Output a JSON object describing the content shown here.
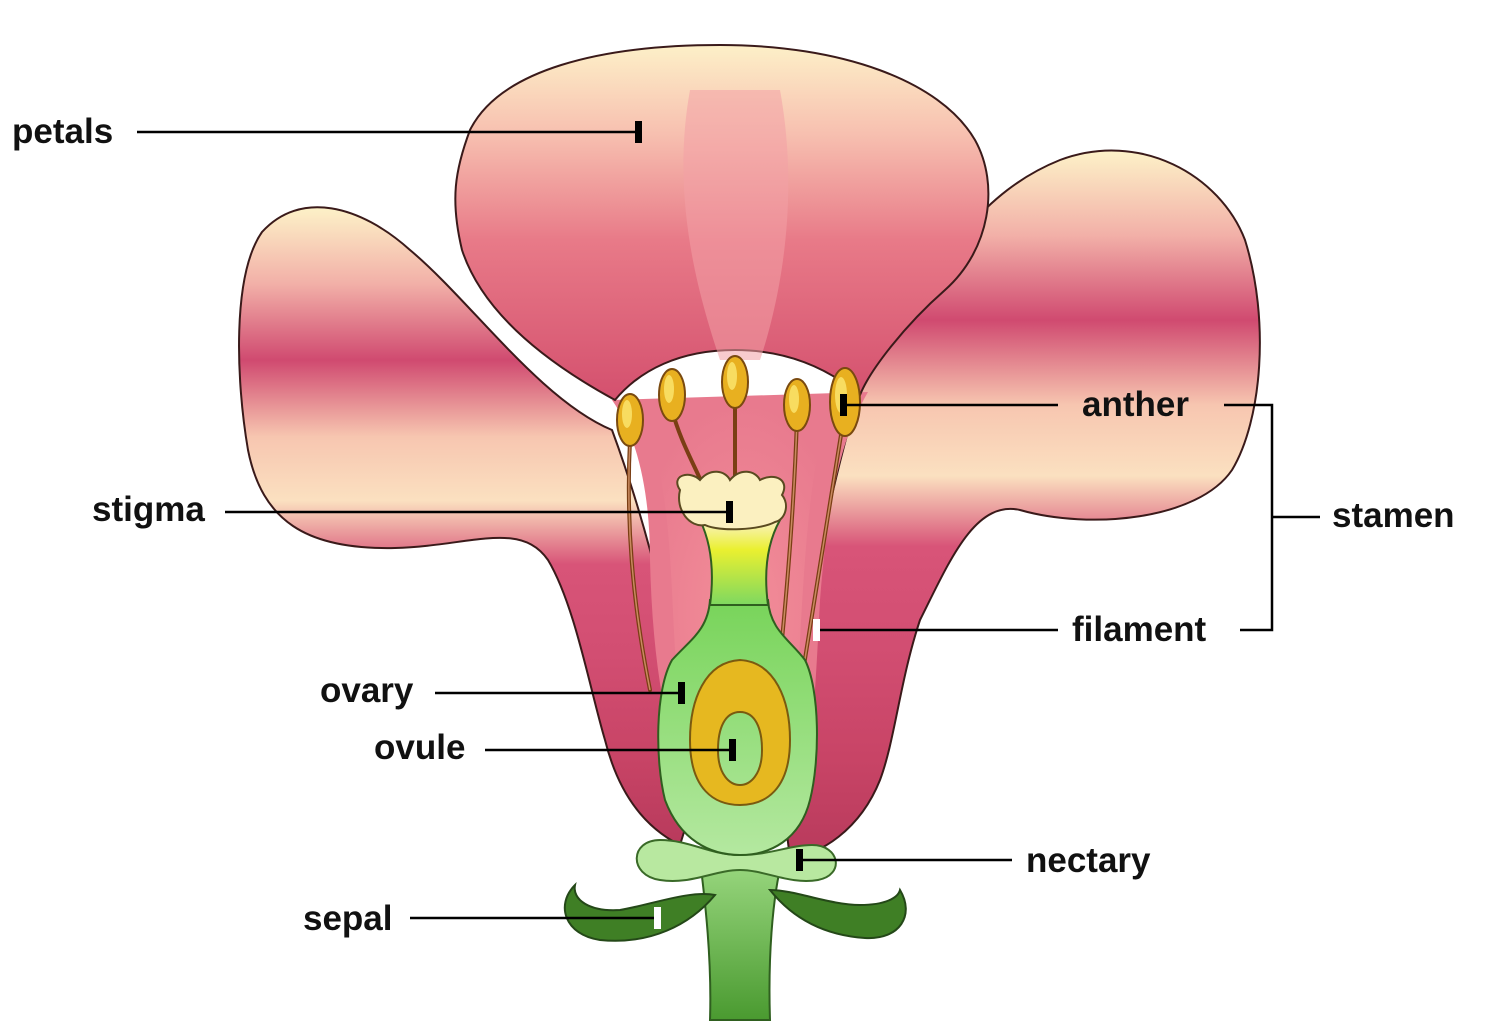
{
  "labels": {
    "petals": "petals",
    "anther": "anther",
    "stigma": "stigma",
    "stamen": "stamen",
    "filament": "filament",
    "ovary": "ovary",
    "ovule": "ovule",
    "nectary": "nectary",
    "sepal": "sepal"
  },
  "colors": {
    "petal_light": "#fdf2c8",
    "petal_pink": "#f49aa0",
    "petal_deep": "#c63f68",
    "outline": "#3a1a1a",
    "anther": "#e8b020",
    "filament": "#8a4a1a",
    "stigma": "#fbf0c0",
    "style_yellow": "#e8ee20",
    "ovary_green": "#7ed860",
    "ovule_gold": "#e6b820",
    "nectary_green": "#b8e8a0",
    "sepal_green": "#3f7f25",
    "stem_green": "#66b848"
  }
}
